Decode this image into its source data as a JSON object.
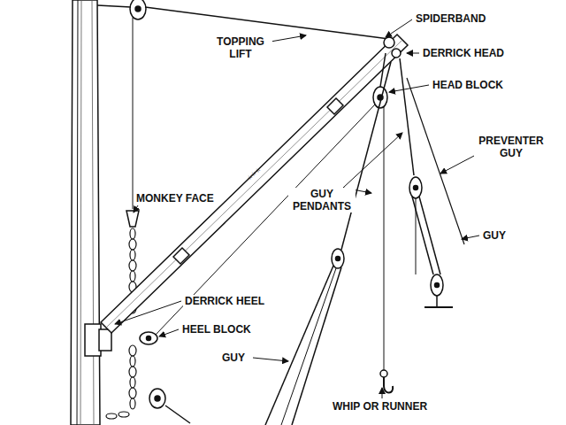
{
  "diagram": {
    "labels": [
      "SPIDERBAND",
      "TOPPING LIFT",
      "DERRICK HEAD",
      "HEAD BLOCK",
      "PREVENTER GUY",
      "GUY PENDANTS",
      "GUY",
      "MONKEY FACE",
      "DERRICK HEEL",
      "HEEL BLOCK",
      "GUY",
      "WHIP OR RUNNER"
    ]
  }
}
